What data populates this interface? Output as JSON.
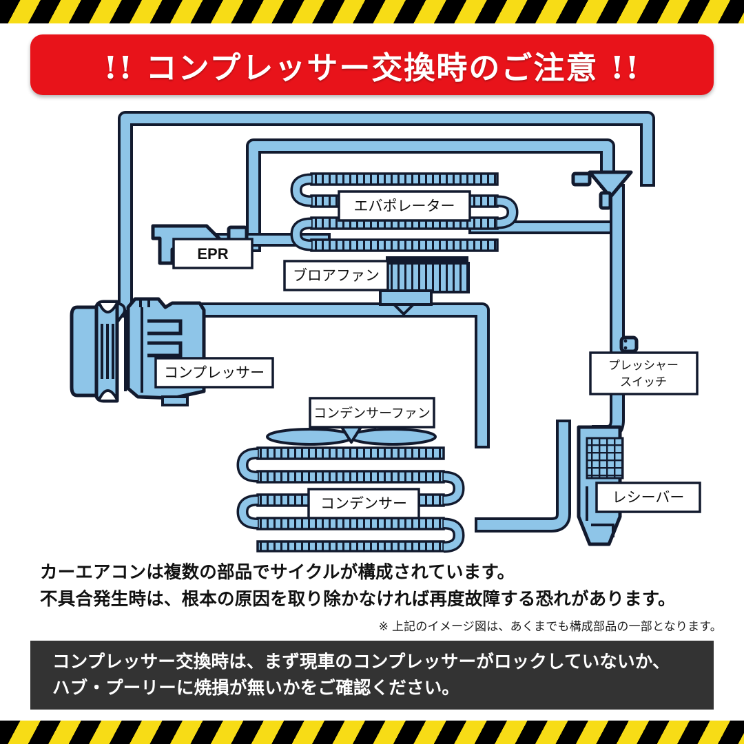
{
  "banner": {
    "title": "!! コンプレッサー交換時のご注意 !!",
    "bg_color": "#e8131a",
    "text_color": "#ffffff"
  },
  "hazard_tape": {
    "color_a": "#000000",
    "color_b": "#f7dc16",
    "name": "hazard-stripe"
  },
  "diagram": {
    "pipe_color": "#8ec5e8",
    "outline_color": "#121a2e",
    "label_bg": "#ffffff",
    "labels": {
      "evaporator": "エバポレーター",
      "epr": "EPR",
      "blower_fan": "ブロアファン",
      "compressor": "コンプレッサー",
      "condenser_fan": "コンデンサーファン",
      "condenser": "コンデンサー",
      "pressure_switch_line1": "プレッシャー",
      "pressure_switch_line2": "スイッチ",
      "receiver": "レシーバー"
    }
  },
  "body": {
    "line1": "カーエアコンは複数の部品でサイクルが構成されています。",
    "line2": "不具合発生時は、根本の原因を取り除かなければ再度故障する恐れがあります。",
    "note": "※ 上記のイメージ図は、あくまでも構成部品の一部となります。"
  },
  "footer": {
    "line1": "コンプレッサー交換時は、まず現車のコンプレッサーがロックしていないか、",
    "line2": "ハブ・プーリーに焼損が無いかをご確認ください。",
    "bg_color": "#333333",
    "text_color": "#ffffff"
  }
}
